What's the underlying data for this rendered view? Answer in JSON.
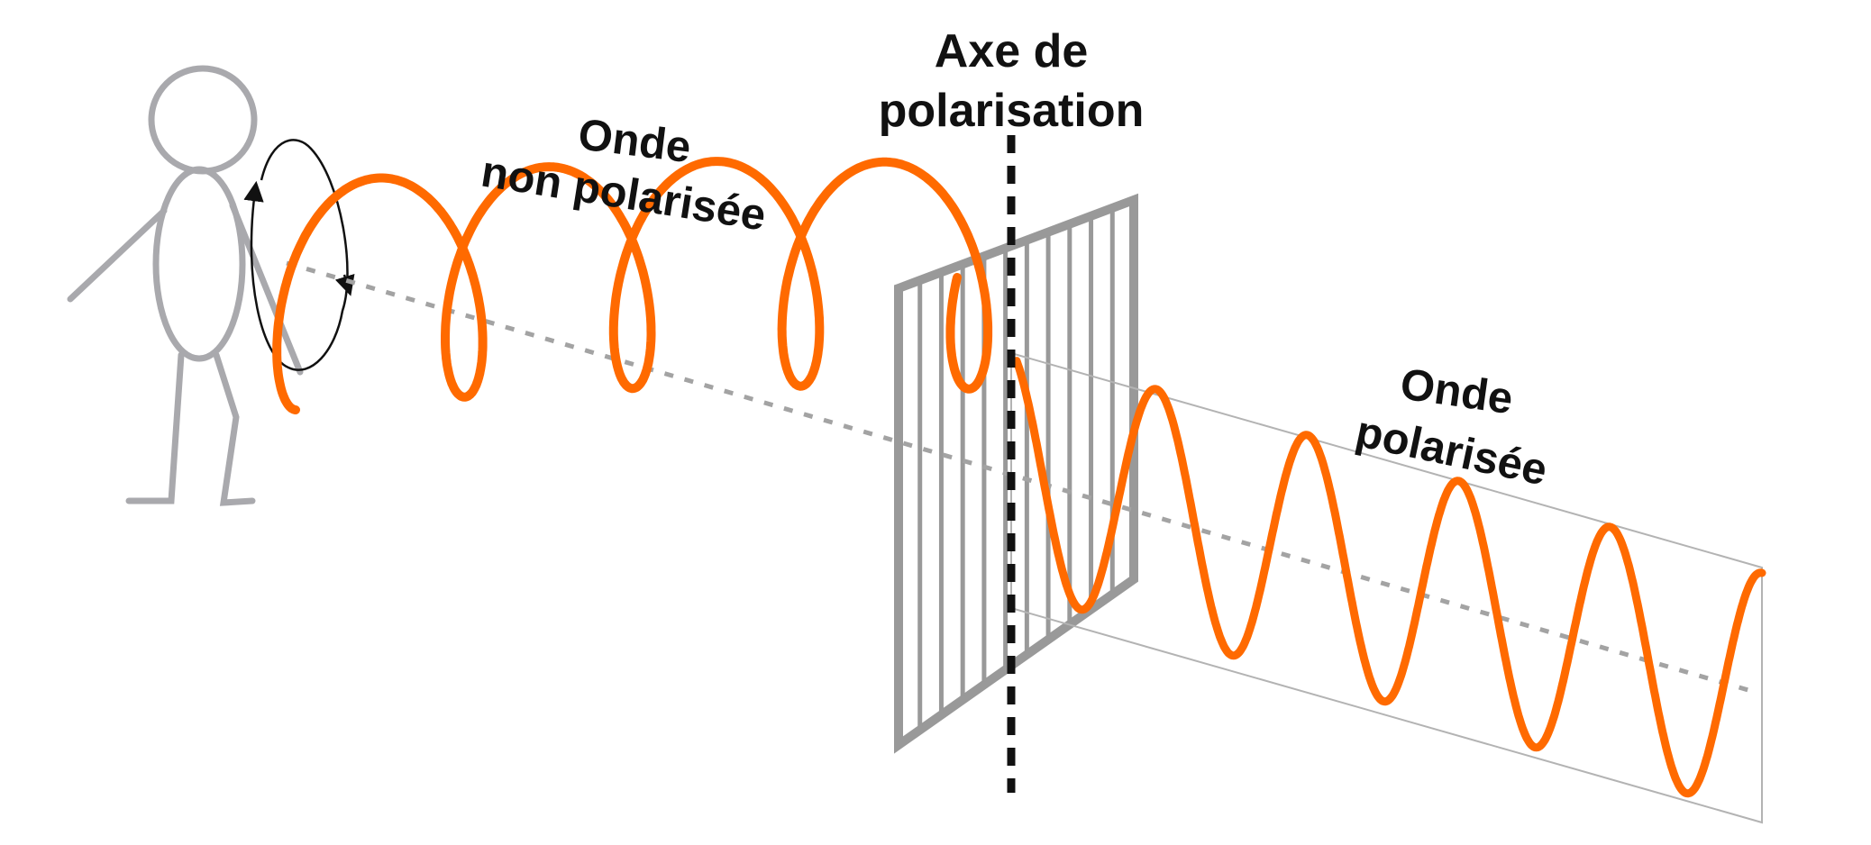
{
  "labels": {
    "unpolarized_line1": "Onde",
    "unpolarized_line2": "non polarisée",
    "axis_line1": "Axe de",
    "axis_line2": "polarisation",
    "polarized_line1": "Onde",
    "polarized_line2": "polarisée"
  },
  "colors": {
    "wave": "#ff6a00",
    "figure": "#a9a9ad",
    "filter": "#999999",
    "axis": "#111111",
    "propagation_line": "#a3a3a3",
    "envelope": "#b3b3b3"
  },
  "icons": {
    "person": "stick-figure-icon",
    "rotation": "rotation-arrow-icon"
  }
}
